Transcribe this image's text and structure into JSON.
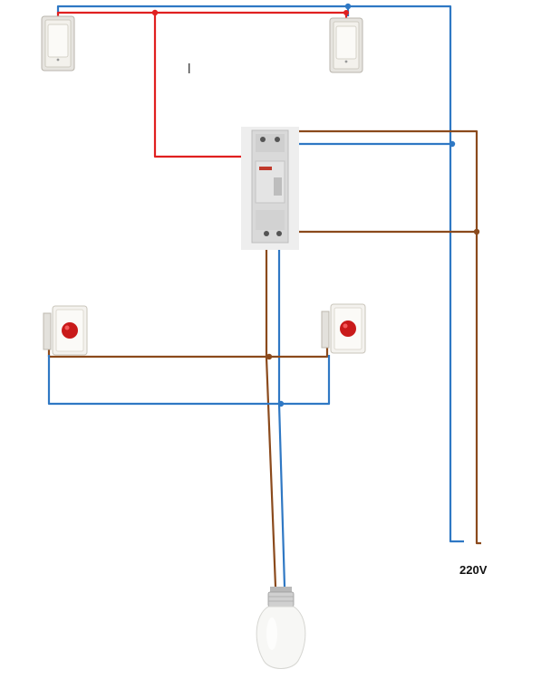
{
  "diagram": {
    "supply_label": "220V",
    "wire_colors": {
      "phase_red": "#e02020",
      "live_brown": "#8b4a1c",
      "neutral_blue": "#2f78c4"
    },
    "components": {
      "switches": [
        "push-button-switch",
        "push-button-switch"
      ],
      "relay": "impulse-relay-din-module",
      "indicators": [
        "red-indicator-light",
        "red-indicator-light"
      ],
      "lamp": "led-bulb"
    }
  }
}
